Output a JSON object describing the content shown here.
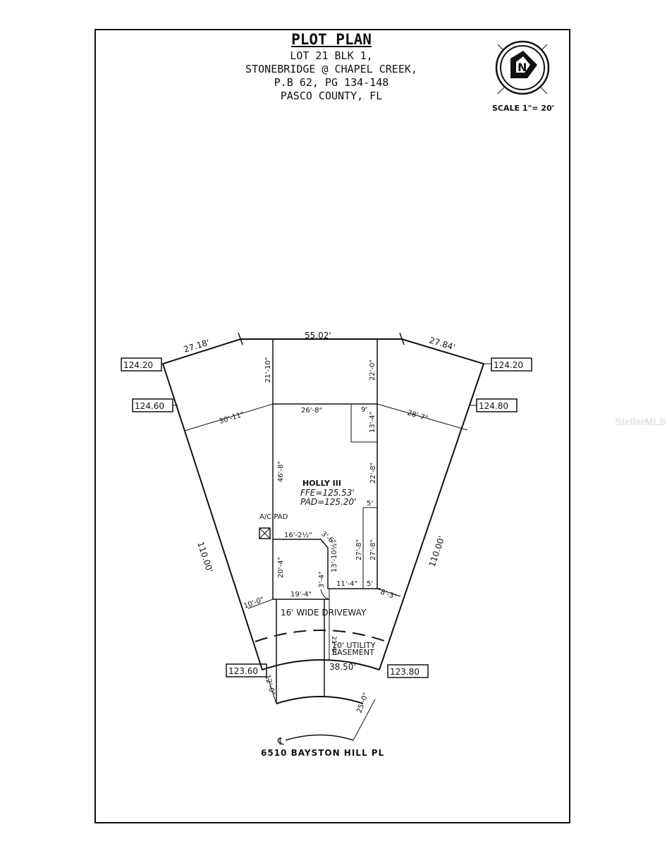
{
  "title": {
    "heading": "PLOT PLAN",
    "lines": [
      "LOT 21 BLK 1,",
      "STONEBRIDGE @ CHAPEL CREEK,",
      "P.B 62, PG 134-148",
      "PASCO COUNTY, FL"
    ]
  },
  "scale": "SCALE 1\"= 20'",
  "north_arrow": {
    "icon": "north-arrow-icon",
    "letter": "N"
  },
  "watermark": "StellarMLS",
  "lot": {
    "boundary": {
      "front_left_seg": "27.18'",
      "rear": "55.02'",
      "front_right_seg": "27.84'",
      "left_side": "110.00'",
      "right_side": "110.00'",
      "street_arc": "38.50'"
    },
    "elevations": {
      "top_left": "124.20",
      "top_right": "124.20",
      "mid_left": "124.60",
      "mid_right": "124.80",
      "bottom_left": "123.60",
      "bottom_right": "123.80"
    }
  },
  "house": {
    "model": "HOLLY III",
    "ffe": "FFE=125.53'",
    "pad": "PAD=125.20'",
    "ac_pad": "A/C PAD"
  },
  "dimensions": {
    "rear_left_setback": "21'-10\"",
    "rear_right_setback": "22'-0\"",
    "side_left": "30'-11\"",
    "side_right": "28'-7\"",
    "top_width": "26'-8\"",
    "nook_width": "9'",
    "nook_depth": "13'-4\"",
    "left_depth": "46'-8\"",
    "right_depth": "22'-8\"",
    "garage_top": "5'",
    "garage_bottom": "5'",
    "garage_depth_inner": "27'-8\"",
    "garage_depth_outer": "27'-8\"",
    "upper_step": "16'-2½\"",
    "corner": "3'-6\"",
    "inner_depth": "13'-10½\"",
    "lower_left_depth": "20'-4\"",
    "porch": "3'-4\"",
    "lower_right": "11'-4\"",
    "bottom_width": "19'-4\"",
    "front_left_setback": "10'-0\"",
    "front_right_setback": "8'-3\"",
    "easement_depth": "21'-0\"",
    "row_left": "12'-0\"",
    "row_right": "25'-0\""
  },
  "driveway": "16' WIDE DRIVEWAY",
  "easement": [
    "10' UTILITY",
    "EASEMENT"
  ],
  "centerline_symbol": "℄",
  "address": "6510 BAYSTON HILL PL"
}
